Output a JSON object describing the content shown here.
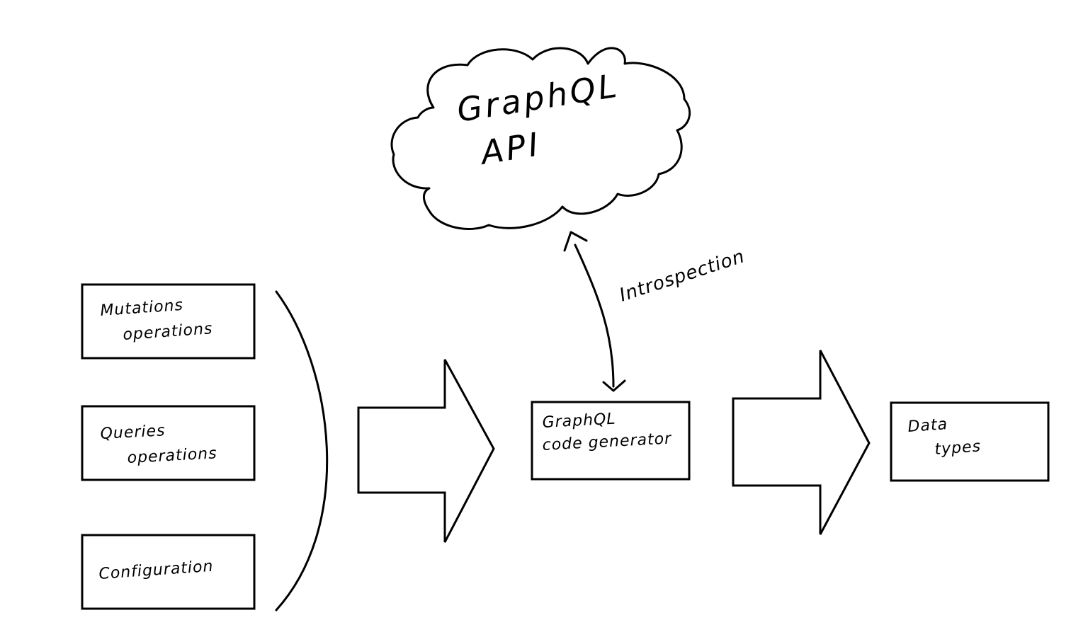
{
  "diagram": {
    "cloud": {
      "line1": "GraphQL",
      "line2": "API"
    },
    "inputs": [
      {
        "line1": "Mutations",
        "line2": "operations"
      },
      {
        "line1": "Queries",
        "line2": "operations"
      },
      {
        "line1": "Configuration",
        "line2": ""
      }
    ],
    "generator": {
      "line1": "GraphQL",
      "line2": "code generator"
    },
    "output": {
      "line1": "Data",
      "line2": "types"
    },
    "edge_label": "Introspection"
  }
}
